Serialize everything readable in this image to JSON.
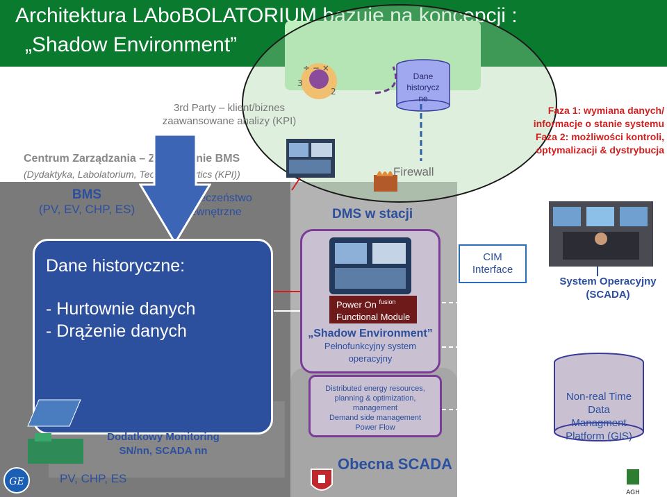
{
  "title": {
    "line1": "Architektura LAboBOLATORIUM bazuje na koncepcji :",
    "line2": "„Shadow Environment”"
  },
  "third_party": {
    "line1": "3rd Party  – klient/biznes",
    "line2": "zaawansowane analizy (KPI)"
  },
  "centrum": {
    "line1": "Centrum Zarządzania – Zarządzanie BMS",
    "line2": "(Dydaktyka, Labolatorium, Techno Analytics (KPI))"
  },
  "bms": {
    "title": "BMS",
    "subtitle": "(PV, EV, CHP, ES)"
  },
  "security": {
    "line1": "Bezpieczeństwo",
    "line2": "wewnętrzne"
  },
  "historical_data_db": {
    "line1": "Dane",
    "line2": "historycz",
    "line3": "ne"
  },
  "firewall": "Firewall",
  "dms": "DMS w stacji",
  "phases": {
    "line1": "Faza 1: wymiana danych/",
    "line2": "informacje o stanie systemu",
    "line3": "Faza 2: możliwości kontroli,",
    "line4": "optymalizacji & dystrybucja"
  },
  "overlay": {
    "heading": "Dane historyczne:",
    "item1": "- Hurtownie danych",
    "item2": "- Drążenie danych"
  },
  "poweron": {
    "line1": "Power On",
    "sup": "fusion",
    "line2": "Functional Module"
  },
  "shadow": {
    "title": "„Shadow Environment”",
    "line1": "Pełnofunkcyjny system",
    "line2": "operacyjny"
  },
  "der": {
    "line1": "Distributed energy resources,",
    "line2": "planning & optimization,",
    "line3": "management",
    "line4": "Demand side management",
    "line5": "Power Flow"
  },
  "cim": {
    "line1": "CIM",
    "line2": "Interface"
  },
  "scada_system": {
    "line1": "System Operacyjny",
    "line2": "(SCADA)"
  },
  "gis": {
    "line1": "Non-real Time",
    "line2": "Data",
    "line3": "Managment",
    "line4": "Platform (GIS)"
  },
  "monitoring": {
    "line1": "Dodatkowy Monitoring",
    "line2": "SN/nn, SCADA nn"
  },
  "pv_chp_es": "PV, CHP, ES",
  "obecna_scada": "Obecna SCADA",
  "logos": {
    "ge": "GE",
    "agh": "AGH"
  },
  "colors": {
    "title_green": "#0a7a2e",
    "overlay_blue": "#2c4f9e",
    "navy_text": "#1f3b8a",
    "red_text": "#d11f1f",
    "purple_border": "#7b3c99"
  }
}
